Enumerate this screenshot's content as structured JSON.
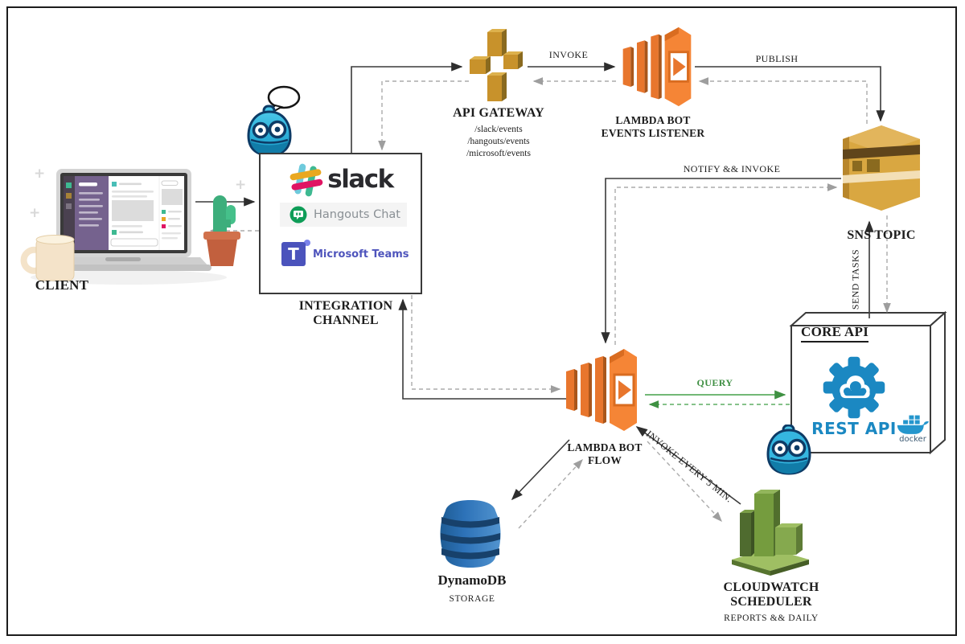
{
  "nodes": {
    "client": {
      "label": "CLIENT"
    },
    "integration_channel": {
      "label_line1": "INTEGRATION",
      "label_line2": "CHANNEL",
      "slack_label": "slack",
      "hangouts_label": "Hangouts Chat",
      "teams_label": "Microsoft Teams",
      "teams_icon_letter": "T"
    },
    "api_gateway": {
      "label": "API GATEWAY",
      "routes": [
        "/slack/events",
        "/hangouts/events",
        "/microsoft/events"
      ]
    },
    "lambda_events_listener": {
      "label_line1": "LAMBDA BOT",
      "label_line2": "EVENTS LISTENER"
    },
    "sns_topic": {
      "label": "SNS TOPIC"
    },
    "core_api": {
      "title": "CORE API",
      "rest_api_label": "REST API",
      "docker_label": "docker"
    },
    "lambda_bot_flow": {
      "label_line1": "LAMBDA BOT",
      "label_line2": "FLOW"
    },
    "dynamodb": {
      "label": "DynamoDB",
      "sublabel": "STORAGE"
    },
    "cloudwatch_scheduler": {
      "label_line1": "CLOUDWATCH",
      "label_line2": "SCHEDULER",
      "sublabel": "REPORTS && DAILY"
    }
  },
  "edges": {
    "invoke": "INVOKE",
    "publish": "PUBLISH",
    "notify_invoke": "NOTIFY && INVOKE",
    "send_tasks": "SEND TASKS",
    "query": "QUERY",
    "invoke_every_5_min": "INVOKE EVERY 5 MIN."
  },
  "icons": {
    "api_gateway": "aws-api-gateway-icon",
    "lambda": "aws-lambda-icon",
    "sns": "aws-sns-topic-icon",
    "dynamodb": "aws-dynamodb-icon",
    "cloudwatch": "aws-cloudwatch-icon",
    "rest_api_gear": "gear-cloud-icon",
    "docker": "docker-whale-icon",
    "slack_hash": "slack-hash-icon",
    "hangouts": "hangouts-chat-icon",
    "teams": "microsoft-teams-icon",
    "robot": "chatbot-mascot-icon",
    "laptop": "client-laptop-illustration"
  },
  "colors": {
    "lambda_orange": "#F58536",
    "gateway_gold": "#C8922B",
    "sns_gold": "#D9A741",
    "dynamodb_blue": "#2D72B8",
    "cloudwatch_green": "#759C3E",
    "query_green": "#44A048",
    "teams_purple": "#4B53BC",
    "hangouts_green": "#0F9D58",
    "rest_api_blue": "#1B88C2",
    "robot_teal": "#35B6E0",
    "solid_arrow": "#3a3a3a",
    "dashed_arrow": "#ABABAB"
  }
}
